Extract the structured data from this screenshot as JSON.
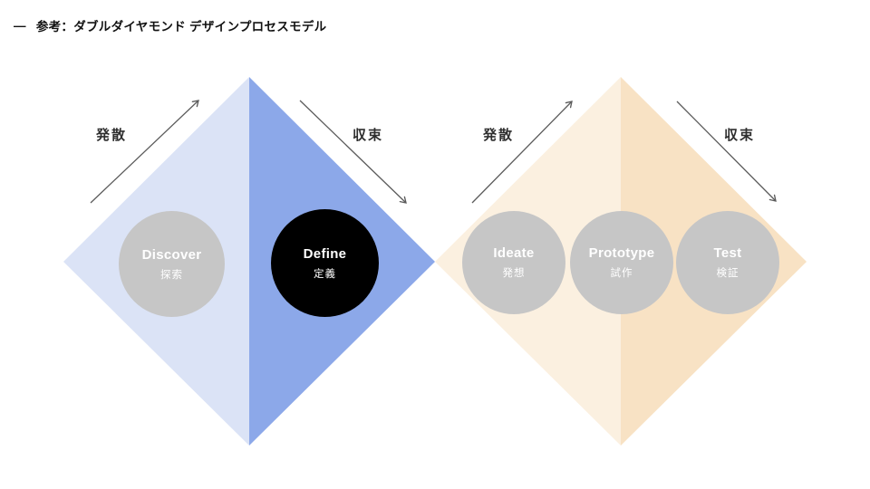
{
  "header": {
    "dash": "—",
    "title": "参考：ダブルダイヤモンド デザインプロセスモデル"
  },
  "colors": {
    "diamond1_left_half": "#dbe3f6",
    "diamond1_right_half": "#8ca8e9",
    "diamond2_left_half": "#fbf0e0",
    "diamond2_right_half": "#f8e2c4",
    "stage_circle_gray": "#c6c6c6",
    "stage_circle_black": "#000000",
    "stage_text": "#ffffff",
    "arrow": "#5b5b5b"
  },
  "diamond1": {
    "diverge_label": "発散",
    "converge_label": "収束",
    "stages": {
      "discover": {
        "en": "Discover",
        "ja": "探索"
      },
      "define": {
        "en": "Define",
        "ja": "定義"
      }
    }
  },
  "diamond2": {
    "diverge_label": "発散",
    "converge_label": "収束",
    "stages": {
      "ideate": {
        "en": "Ideate",
        "ja": "発想"
      },
      "prototype": {
        "en": "Prototype",
        "ja": "試作"
      },
      "test": {
        "en": "Test",
        "ja": "検証"
      }
    }
  }
}
